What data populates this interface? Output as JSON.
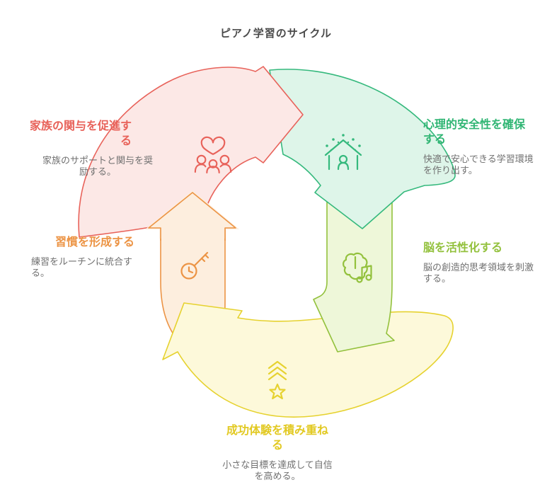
{
  "title": "ピアノ学習のサイクル",
  "diagram_type_label": "cycle",
  "steps": [
    {
      "id": "family",
      "accent": "#e8625a",
      "fill": "#fce8e6",
      "icon": "family-heart-icon",
      "title": "家族の関与を促進する",
      "title_lines": [
        "家族の関与を促進す",
        "る"
      ],
      "desc": "家族のサポートと関与を奨励する。",
      "desc_lines": [
        "家族のサポートと関与を奨",
        "励する。"
      ]
    },
    {
      "id": "safety",
      "accent": "#35b97d",
      "fill": "#def5e9",
      "icon": "house-person-icon",
      "title": "心理的安全性を確保する",
      "title_lines": [
        "心理的安全性を確保",
        "する"
      ],
      "desc": "快適で安心できる学習環境を作り出す。",
      "desc_lines": [
        "快適で安心できる学習環境",
        "を作り出す。"
      ]
    },
    {
      "id": "brain",
      "accent": "#93c13d",
      "fill": "#eef7d9",
      "icon": "brain-music-icon",
      "title": "脳を活性化する",
      "title_lines": [
        "脳を活性化する"
      ],
      "desc": "脳の創造的思考領域を刺激する。",
      "desc_lines": [
        "脳の創造的思考領域を刺激",
        "する。"
      ]
    },
    {
      "id": "success",
      "accent": "#e6d22f",
      "fill": "#fdf9da",
      "icon": "star-chevrons-icon",
      "title": "成功体験を積み重ねる",
      "title_lines": [
        "成功体験を積み重ね",
        "る"
      ],
      "desc": "小さな目標を達成して自信を高める。",
      "desc_lines": [
        "小さな目標を達成して自信",
        "を高める。"
      ]
    },
    {
      "id": "habit",
      "accent": "#ec9445",
      "fill": "#fdeede",
      "icon": "clock-key-icon",
      "title": "習慣を形成する",
      "title_lines": [
        "習慣を形成する"
      ],
      "desc": "練習をルーチンに統合する。",
      "desc_lines": [
        "練習をルーチンに統合す",
        "る。"
      ]
    }
  ],
  "text_color_title": "#4a4a4a",
  "text_color_body": "#707070"
}
